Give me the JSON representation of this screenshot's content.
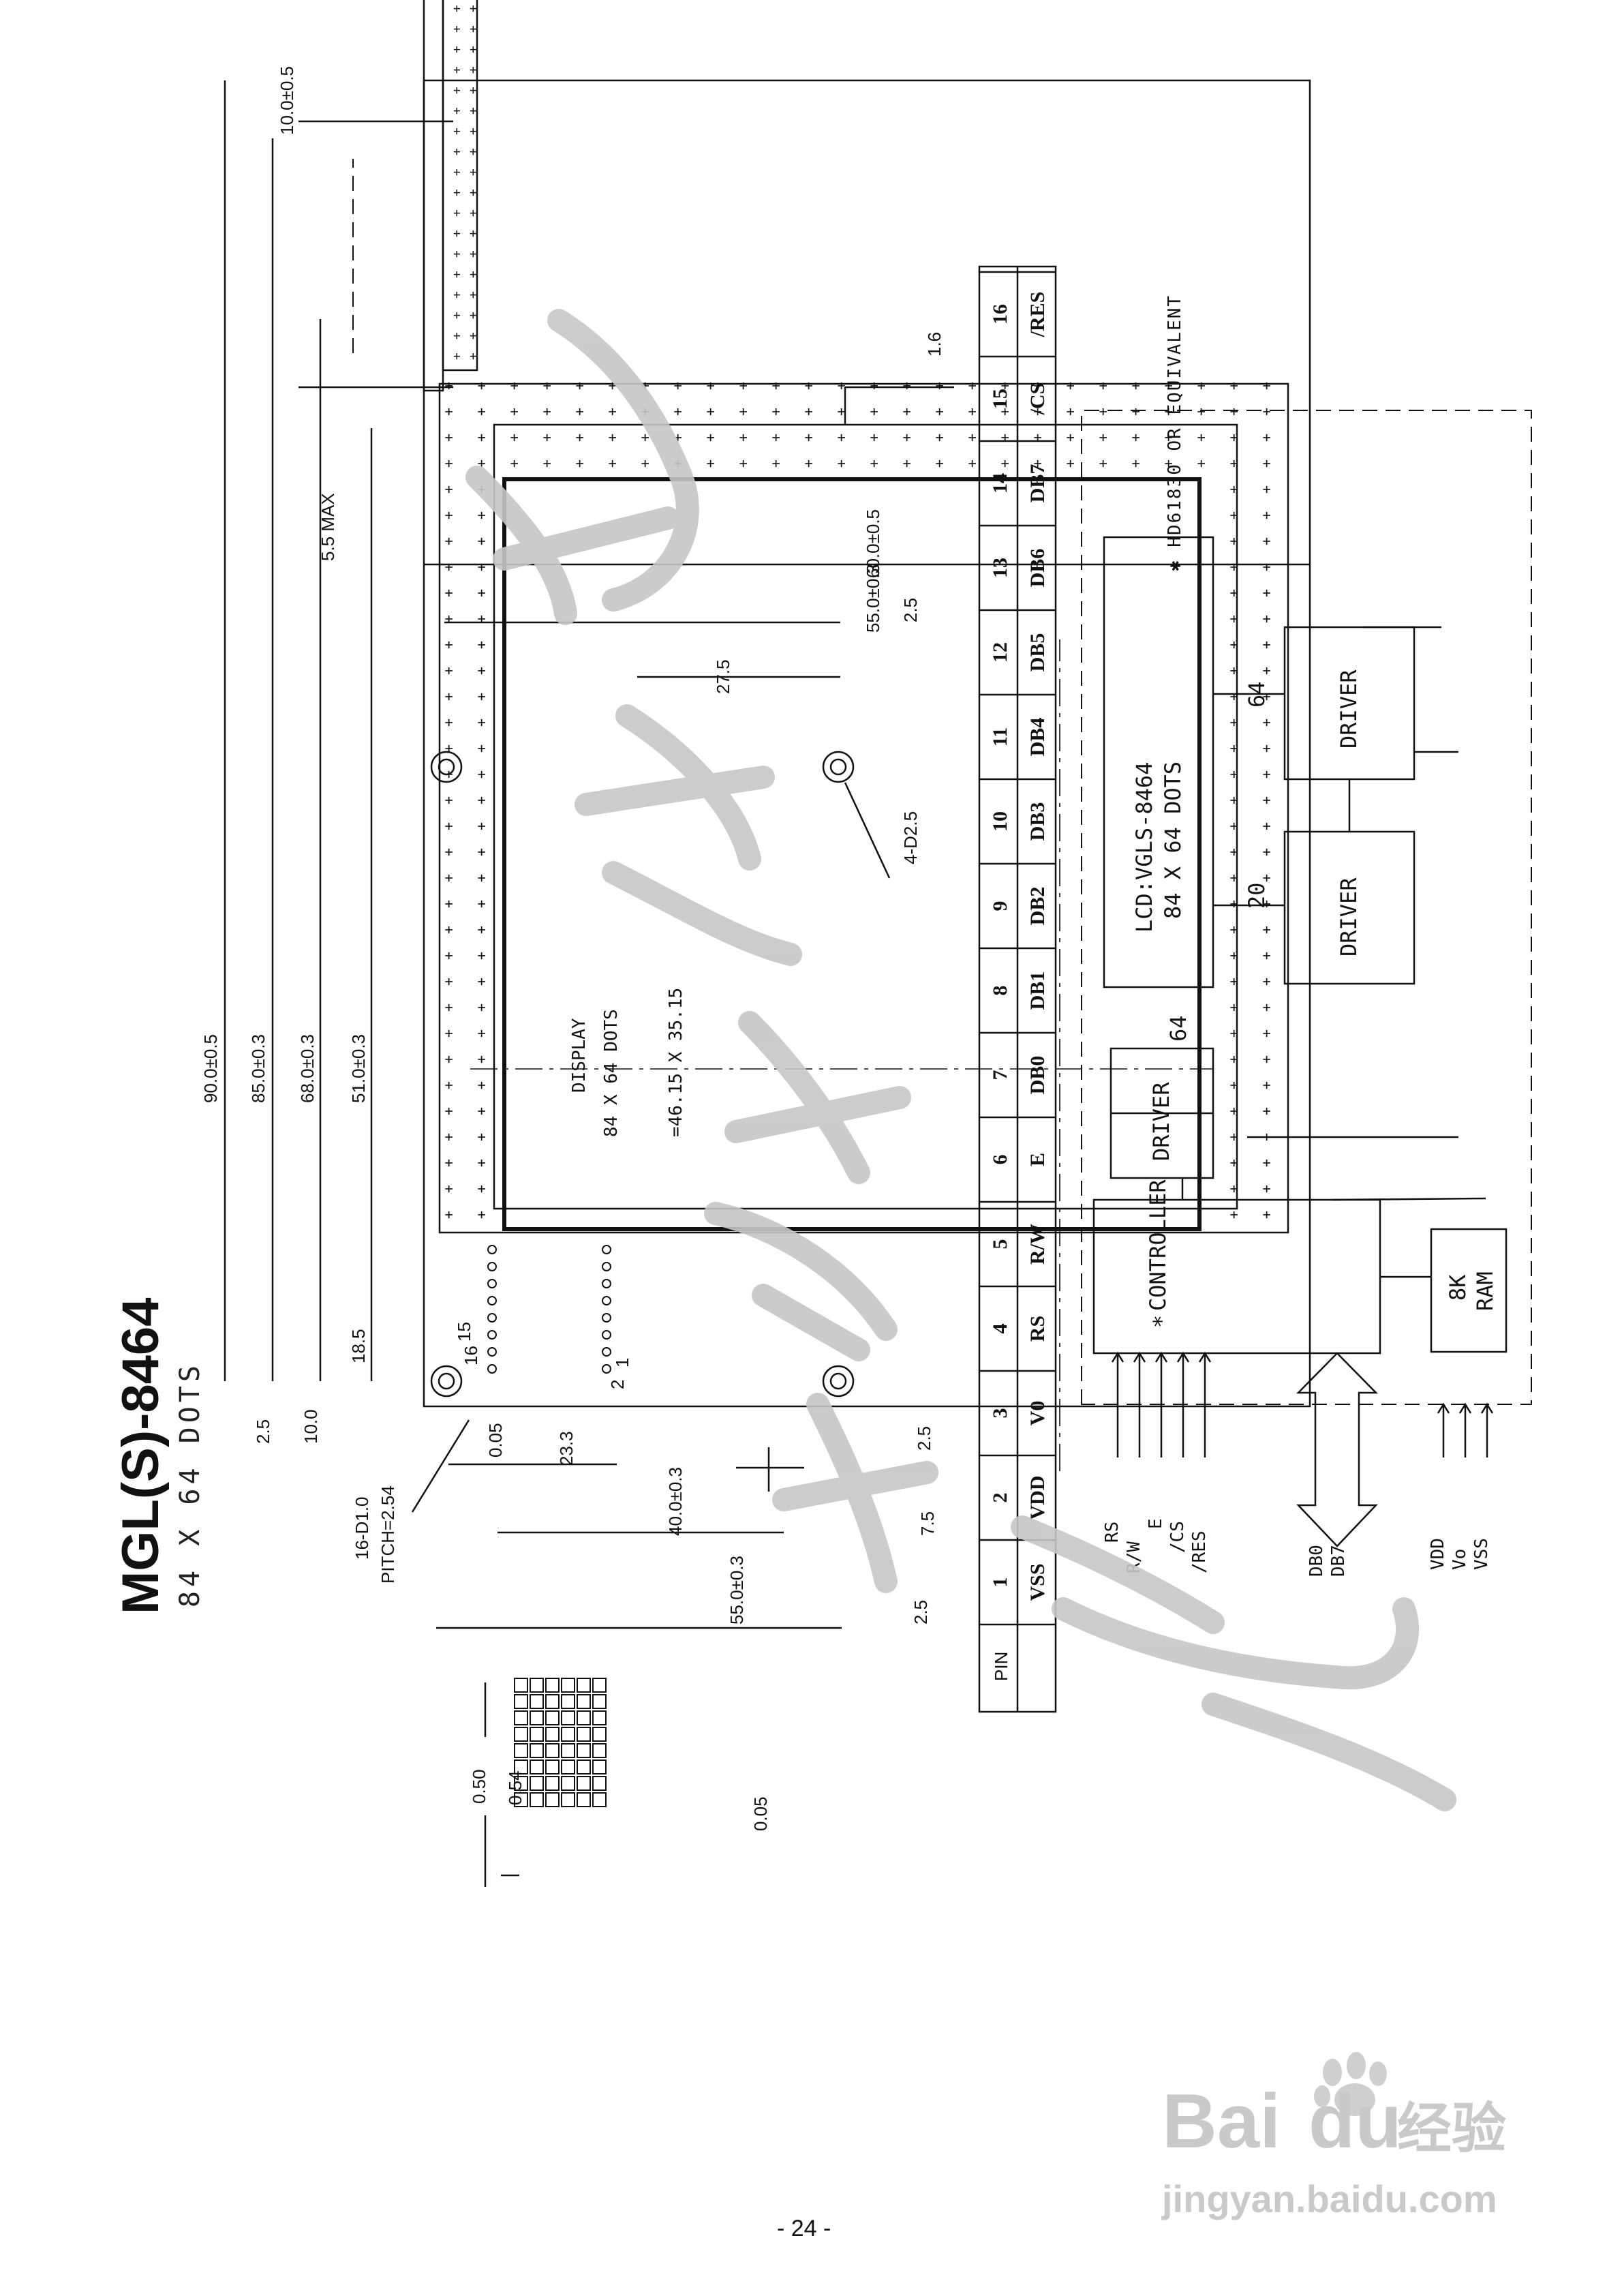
{
  "header": {
    "model": "MGL(S)-8464",
    "resolution": "84 X 64 DOTS"
  },
  "front_view": {
    "dims_vertical": [
      "90.0±0.5",
      "85.0±0.3",
      "68.0±0.3",
      "51.0±0.3",
      "18.5",
      "10.0",
      "2.5"
    ],
    "dims_horizontal": [
      "60.0±0.5",
      "55.0±0.3",
      "27.5",
      "2.5",
      "23.3",
      "40.0±0.3",
      "7.5",
      "55.0±0.3",
      "2.5",
      "2.5"
    ],
    "mounting_hole": "4-D2.5",
    "connector_hole": "16-D1.0",
    "pitch": "PITCH=2.54",
    "pin_marks": [
      "16",
      "15",
      "1",
      "2"
    ],
    "display_lines": [
      "DISPLAY",
      "84 X 64 DOTS",
      "=46.15 X 35.15"
    ]
  },
  "side_view": {
    "dims": [
      "10.0±0.5",
      "1.6",
      "5.5 MAX"
    ]
  },
  "dot_detail": {
    "dims": [
      "0.05",
      "0.05",
      "0.50",
      "0.54"
    ]
  },
  "pin_table": {
    "header_label": "PIN",
    "pins": [
      {
        "num": "1",
        "sig": "VSS"
      },
      {
        "num": "2",
        "sig": "VDD"
      },
      {
        "num": "3",
        "sig": "V0"
      },
      {
        "num": "4",
        "sig": "RS"
      },
      {
        "num": "5",
        "sig": "R/W"
      },
      {
        "num": "6",
        "sig": "E"
      },
      {
        "num": "7",
        "sig": "DB0"
      },
      {
        "num": "8",
        "sig": "DB1"
      },
      {
        "num": "9",
        "sig": "DB2"
      },
      {
        "num": "10",
        "sig": "DB3"
      },
      {
        "num": "11",
        "sig": "DB4"
      },
      {
        "num": "12",
        "sig": "DB5"
      },
      {
        "num": "13",
        "sig": "DB6"
      },
      {
        "num": "14",
        "sig": "DB7"
      },
      {
        "num": "15",
        "sig": "/CS"
      },
      {
        "num": "16",
        "sig": "/RES"
      }
    ]
  },
  "block_diagram": {
    "lcd_line1": "LCD:VGLS-8464",
    "lcd_line2": "84 X 64 DOTS",
    "driver": "DRIVER",
    "controller": "CONTROLLER",
    "controller_mark": "*",
    "ram_line1": "8K",
    "ram_line2": "RAM",
    "bus_64_a": "64",
    "bus_64_b": "64",
    "bus_20": "20",
    "ctrl_signals": [
      "RS",
      "R/W",
      "E",
      "/CS",
      "/RES"
    ],
    "data_bus": [
      "DB0",
      "DB7"
    ],
    "power": [
      "VDD",
      "Vo",
      "VSS"
    ],
    "note": "✱ HD61830 OR EQUIVALENT"
  },
  "footer": {
    "page_number": "- 24 -"
  },
  "watermark": {
    "brand": "Bai",
    "brand2": "du",
    "product": "经验",
    "url": "jingyan.baidu.com"
  }
}
